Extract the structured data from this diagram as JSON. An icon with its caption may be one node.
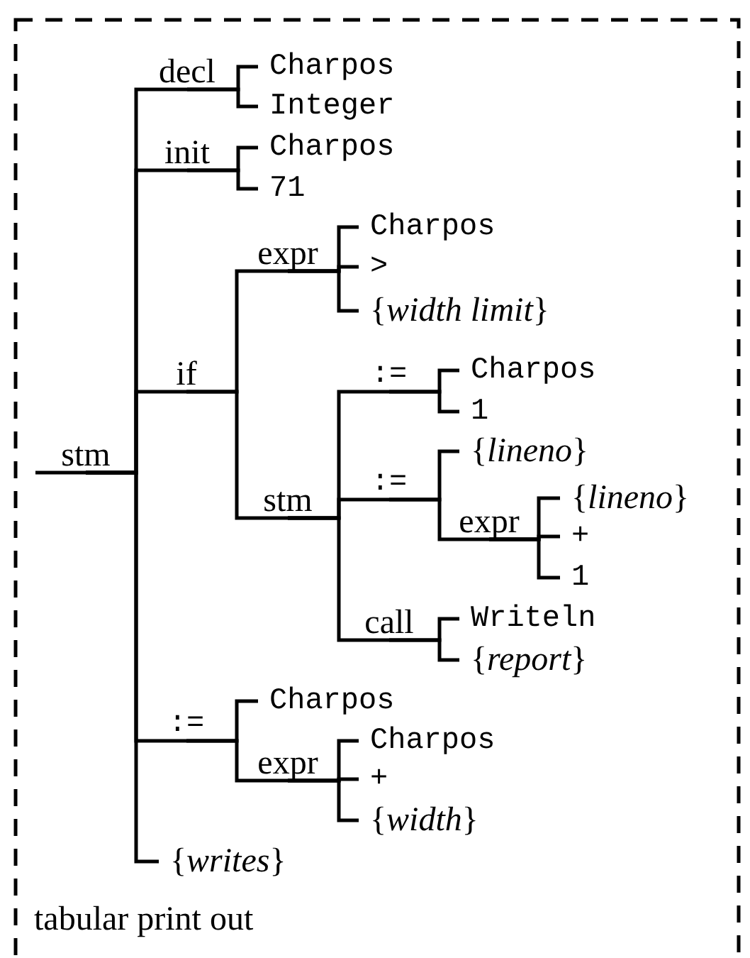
{
  "diagram": {
    "nodes": [
      {
        "text": [
          "stm"
        ]
      },
      {
        "text": [
          "decl"
        ]
      },
      {
        "text": [
          "Charpos"
        ]
      },
      {
        "text": [
          "Integer"
        ]
      },
      {
        "text": [
          "init"
        ]
      },
      {
        "text": [
          "Charpos"
        ]
      },
      {
        "text": [
          "71"
        ]
      },
      {
        "text": [
          "if"
        ]
      },
      {
        "text": [
          "expr"
        ]
      },
      {
        "text": [
          "Charpos"
        ]
      },
      {
        "text": [
          ">"
        ]
      },
      {
        "text": [
          "{*width limit*}"
        ]
      },
      {
        "text": [
          "stm"
        ]
      },
      {
        "text": [
          ":="
        ]
      },
      {
        "text": [
          "Charpos"
        ]
      },
      {
        "text": [
          "1"
        ]
      },
      {
        "text": [
          ":="
        ]
      },
      {
        "text": [
          "{*lineno*}"
        ]
      },
      {
        "text": [
          "expr"
        ]
      },
      {
        "text": [
          "{*lineno*}"
        ]
      },
      {
        "text": [
          "+"
        ]
      },
      {
        "text": [
          "1"
        ]
      },
      {
        "text": [
          "call"
        ]
      },
      {
        "text": [
          "Writeln"
        ]
      },
      {
        "text": [
          "{*report*}"
        ]
      },
      {
        "text": [
          ":="
        ]
      },
      {
        "text": [
          "Charpos"
        ]
      },
      {
        "text": [
          "expr"
        ]
      },
      {
        "text": [
          "Charpos"
        ]
      },
      {
        "text": [
          "+"
        ]
      },
      {
        "text": [
          "{*width*}"
        ]
      },
      {
        "text": [
          "{*writes*}"
        ]
      }
    ],
    "edges": [
      {
        "from": 0,
        "to": 1,
        "arrow": "none"
      },
      {
        "from": 1,
        "to": 2,
        "arrow": "none"
      },
      {
        "from": 1,
        "to": 3,
        "arrow": "none"
      },
      {
        "from": 0,
        "to": 4,
        "arrow": "none"
      },
      {
        "from": 4,
        "to": 5,
        "arrow": "none"
      },
      {
        "from": 4,
        "to": 6,
        "arrow": "none"
      },
      {
        "from": 0,
        "to": 7,
        "arrow": "none"
      },
      {
        "from": 7,
        "to": 8,
        "arrow": "none"
      },
      {
        "from": 8,
        "to": 9,
        "arrow": "none"
      },
      {
        "from": 8,
        "to": 10,
        "arrow": "none"
      },
      {
        "from": 8,
        "to": 11,
        "arrow": "none"
      },
      {
        "from": 7,
        "to": 12,
        "arrow": "none"
      },
      {
        "from": 12,
        "to": 13,
        "arrow": "none"
      },
      {
        "from": 13,
        "to": 14,
        "arrow": "none"
      },
      {
        "from": 13,
        "to": 15,
        "arrow": "none"
      },
      {
        "from": 12,
        "to": 16,
        "arrow": "none"
      },
      {
        "from": 16,
        "to": 17,
        "arrow": "none"
      },
      {
        "from": 16,
        "to": 18,
        "arrow": "none"
      },
      {
        "from": 18,
        "to": 19,
        "arrow": "none"
      },
      {
        "from": 18,
        "to": 20,
        "arrow": "none"
      },
      {
        "from": 18,
        "to": 21,
        "arrow": "none"
      },
      {
        "from": 12,
        "to": 22,
        "arrow": "none"
      },
      {
        "from": 22,
        "to": 23,
        "arrow": "none"
      },
      {
        "from": 22,
        "to": 24,
        "arrow": "none"
      },
      {
        "from": 0,
        "to": 25,
        "arrow": "none"
      },
      {
        "from": 25,
        "to": 26,
        "arrow": "none"
      },
      {
        "from": 25,
        "to": 27,
        "arrow": "none"
      },
      {
        "from": 27,
        "to": 28,
        "arrow": "none"
      },
      {
        "from": 27,
        "to": 29,
        "arrow": "none"
      },
      {
        "from": 27,
        "to": 30,
        "arrow": "none"
      },
      {
        "from": 0,
        "to": 31,
        "arrow": "none"
      }
    ],
    "labels": [
      "tabular print out"
    ]
  }
}
